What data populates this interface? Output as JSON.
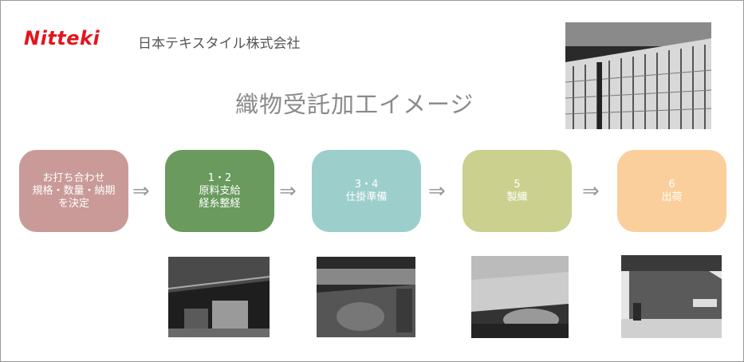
{
  "header": {
    "logo_text": "Nitteki",
    "company_name": "日本テキスタイル株式会社",
    "title": "織物受託加工イメージ"
  },
  "steps": [
    {
      "label": "お打ち合わせ\n規格・数量・納期\nを決定",
      "color": "#c99a98"
    },
    {
      "label": "1・2\n原料支給\n経糸整経",
      "color": "#6a9a5e"
    },
    {
      "label": "3・4\n仕掛準備",
      "color": "#9ccfcb"
    },
    {
      "label": "5\n製織",
      "color": "#cbd08f"
    },
    {
      "label": "6\n出荷",
      "color": "#fbcf9c"
    }
  ],
  "arrow_glyph": "⇒",
  "colors": {
    "logo": "#e4141c",
    "title": "#8a8a8a",
    "arrow": "#9a9a9a"
  }
}
